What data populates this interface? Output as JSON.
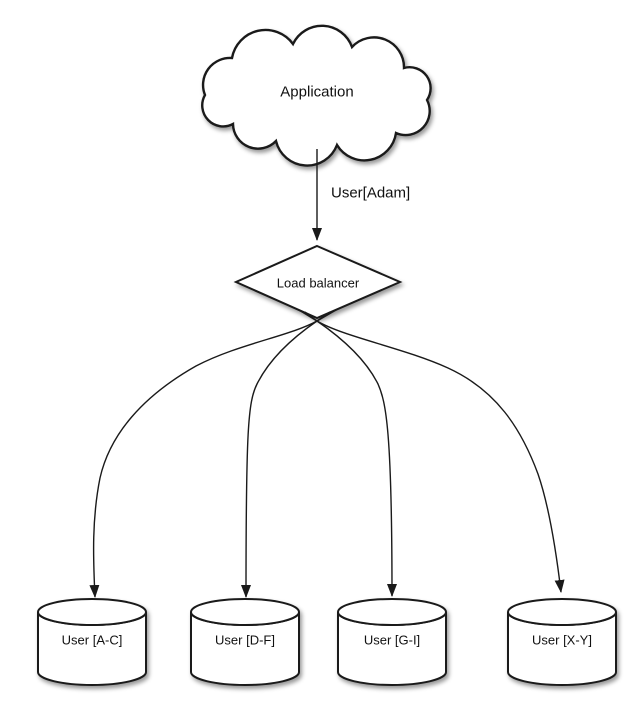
{
  "diagram": {
    "application": {
      "label": "Application"
    },
    "request_label": "User[Adam]",
    "load_balancer": {
      "label": "Load balancer"
    },
    "shards": [
      {
        "label": "User [A-C]"
      },
      {
        "label": "User [D-F]"
      },
      {
        "label": "User [G-I]"
      },
      {
        "label": "User [X-Y]"
      }
    ],
    "colors": {
      "stroke": "#1a1a1a",
      "shape_fill": "#ffffff",
      "background": "#ffffff",
      "text": "#111111"
    }
  }
}
